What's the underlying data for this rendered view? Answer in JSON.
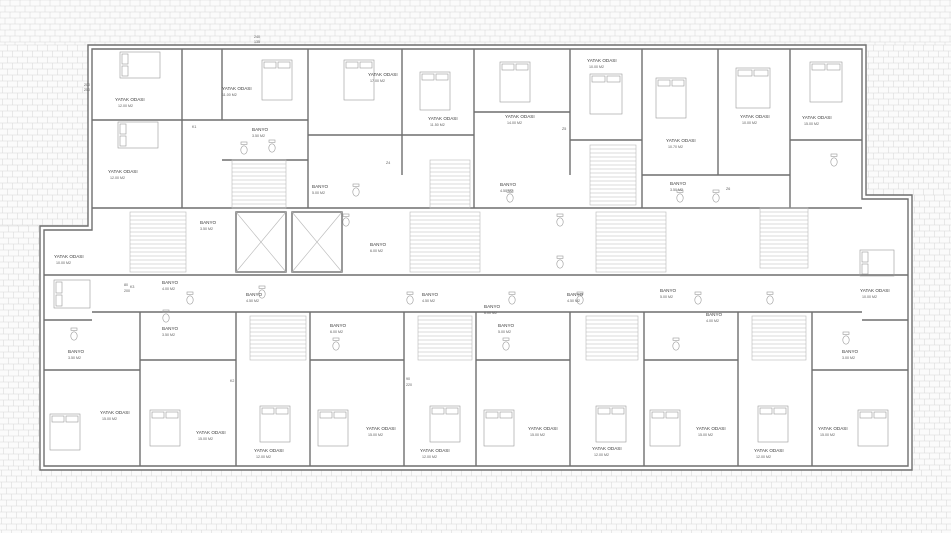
{
  "plan": {
    "rooms": [
      {
        "name": "YATAK ODASI",
        "area": "12.00 M2"
      },
      {
        "name": "YATAK ODASI",
        "area": "11.00 M2"
      },
      {
        "name": "YATAK ODASI",
        "area": "17.00 M2"
      },
      {
        "name": "YATAK ODASI",
        "area": "11.50 M2"
      },
      {
        "name": "YATAK ODASI",
        "area": "14.00 M2"
      },
      {
        "name": "YATAK ODASI",
        "area": "10.00 M2"
      },
      {
        "name": "YATAK ODASI",
        "area": "10.00 M2"
      },
      {
        "name": "YATAK ODASI",
        "area": "15.00 M2"
      },
      {
        "name": "YATAK ODASI",
        "area": "12.00 M2"
      },
      {
        "name": "YATAK ODASI",
        "area": "10.70 M2"
      },
      {
        "name": "BANYO",
        "area": "3.50 M2"
      },
      {
        "name": "BANYO",
        "area": "5.00 M2"
      },
      {
        "name": "BANYO",
        "area": "4.50 M2"
      },
      {
        "name": "BANYO",
        "area": "3.50 M2"
      },
      {
        "name": "BANYO",
        "area": "3.50 M2"
      },
      {
        "name": "YATAK ODASI",
        "area": "10.00 M2"
      },
      {
        "name": "BANYO",
        "area": "6.00 M2"
      },
      {
        "name": "YATAK ODASI",
        "area": "10.00 M2"
      },
      {
        "name": "BANYO",
        "area": "4.00 M2"
      },
      {
        "name": "BANYO",
        "area": "4.50 M2"
      },
      {
        "name": "BANYO",
        "area": "4.50 M2"
      },
      {
        "name": "BANYO",
        "area": "6.00 M2"
      },
      {
        "name": "BANYO",
        "area": "4.50 M2"
      },
      {
        "name": "BANYO",
        "area": "5.00 M2"
      },
      {
        "name": "BANYO",
        "area": "4.00 M2"
      },
      {
        "name": "BANYO",
        "area": "3.50 M2"
      },
      {
        "name": "BANYO",
        "area": "3.50 M2"
      },
      {
        "name": "BANYO",
        "area": "6.00 M2"
      },
      {
        "name": "BANYO",
        "area": "3.00 M2"
      },
      {
        "name": "BANYO",
        "area": "5.00 M2"
      },
      {
        "name": "YATAK ODASI",
        "area": "15.00 M2"
      },
      {
        "name": "YATAK ODASI",
        "area": "15.00 M2"
      },
      {
        "name": "YATAK ODASI",
        "area": "12.00 M2"
      },
      {
        "name": "YATAK ODASI",
        "area": "15.00 M2"
      },
      {
        "name": "YATAK ODASI",
        "area": "12.00 M2"
      },
      {
        "name": "YATAK ODASI",
        "area": "15.00 M2"
      },
      {
        "name": "YATAK ODASI",
        "area": "12.00 M2"
      },
      {
        "name": "YATAK ODASI",
        "area": "15.00 M2"
      },
      {
        "name": "YATAK ODASI",
        "area": "12.00 M2"
      },
      {
        "name": "YATAK ODASI",
        "area": "15.00 M2"
      }
    ],
    "door_tags": [
      "90",
      "220",
      "80",
      "200",
      "K1",
      "K2",
      "K3",
      "Z4",
      "Z5",
      "Z6"
    ],
    "window_tags": [
      "240",
      "135",
      "200",
      "250"
    ]
  }
}
